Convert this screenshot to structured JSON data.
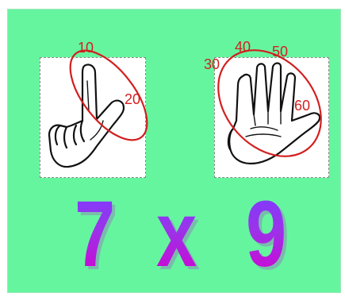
{
  "labels": {
    "n10": "10",
    "n20": "20",
    "n30": "30",
    "n40": "40",
    "n50": "50",
    "n60": "60"
  },
  "equation": {
    "left": "7",
    "operator": "x",
    "right": "9"
  },
  "colors": {
    "background": "#66f59f",
    "circle": "#d21f1f",
    "text_gradient_top": "#7b3cff",
    "text_gradient_bottom": "#d400cf"
  },
  "icons": [
    "two-finger-hand-icon",
    "four-finger-hand-icon"
  ]
}
